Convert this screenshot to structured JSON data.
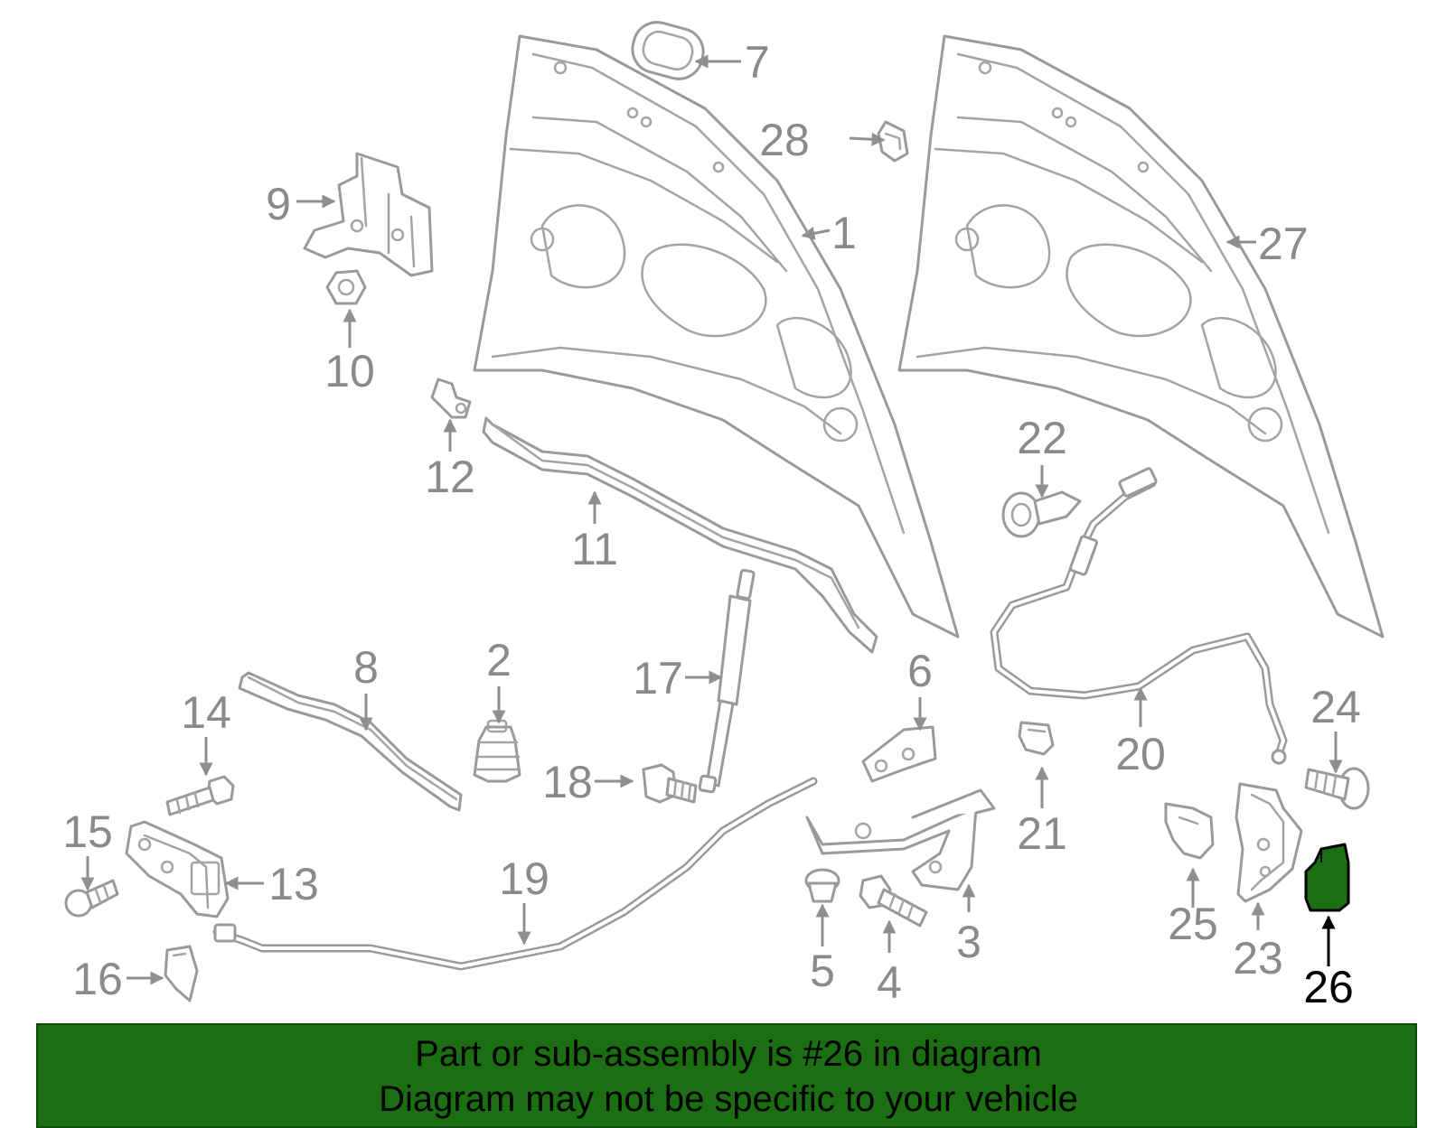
{
  "callouts": [
    "1",
    "2",
    "3",
    "4",
    "5",
    "6",
    "7",
    "8",
    "9",
    "10",
    "11",
    "12",
    "13",
    "14",
    "15",
    "16",
    "17",
    "18",
    "19",
    "20",
    "21",
    "22",
    "23",
    "24",
    "25",
    "26",
    "27",
    "28"
  ],
  "highlighted_callout": "26",
  "colors": {
    "highlight": "#1b6e11",
    "line": "#9a9a9a",
    "label": "#8a8a8a"
  },
  "banner": {
    "line1": "Part or sub-assembly is #26 in diagram",
    "line2": "Diagram may not be specific to your vehicle"
  }
}
